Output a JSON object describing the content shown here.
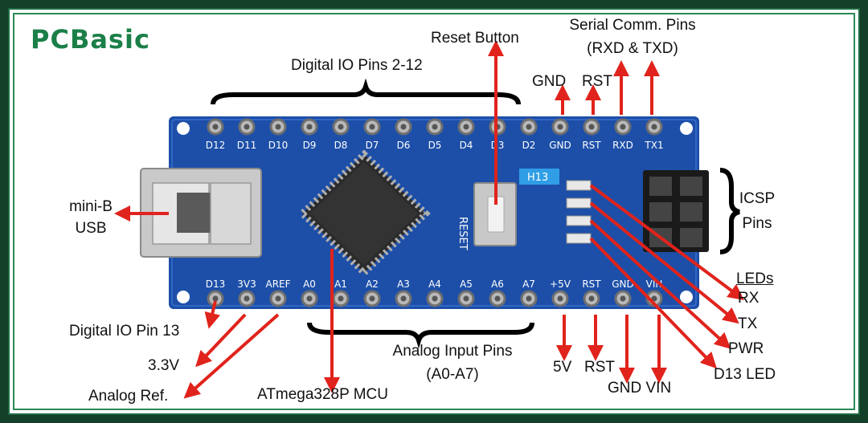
{
  "brand": {
    "logo_text": "PCBasic",
    "logo_color": "#1b7f48"
  },
  "board": {
    "top_pins": [
      "D12",
      "D11",
      "D10",
      "D9",
      "D8",
      "D7",
      "D6",
      "D5",
      "D4",
      "D3",
      "D2",
      "GND",
      "RST",
      "RXD",
      "TX1"
    ],
    "bottom_pins": [
      "D13",
      "3V3",
      "AREF",
      "A0",
      "A1",
      "A2",
      "A3",
      "A4",
      "A5",
      "A6",
      "A7",
      "+5V",
      "RST",
      "GND",
      "VIN"
    ],
    "reset_silk": "RESET",
    "h_label": "H13",
    "board_color": "#1d4fa8",
    "arrow_color": "#e0231c"
  },
  "labels": {
    "digital_io": "Digital IO Pins 2-12",
    "reset_button": "Reset Button",
    "serial_line1": "Serial Comm. Pins",
    "serial_line2": "(RXD & TXD)",
    "gnd_top": "GND",
    "rst_top": "RST",
    "usb_line1": "mini-B",
    "usb_line2": "USB",
    "icsp_line1": "ICSP",
    "icsp_line2": "Pins",
    "leds": "LEDs",
    "rx": "RX",
    "tx": "TX",
    "pwr": "PWR",
    "d13_led": "D13 LED",
    "digital_13": "Digital IO Pin 13",
    "v33": "3.3V",
    "analog_ref": "Analog Ref.",
    "mcu": "ATmega328P MCU",
    "analog_line1": "Analog Input Pins",
    "analog_line2": "(A0-A7)",
    "v5": "5V",
    "rst_bottom": "RST",
    "gnd_vin": "GND VIN"
  }
}
